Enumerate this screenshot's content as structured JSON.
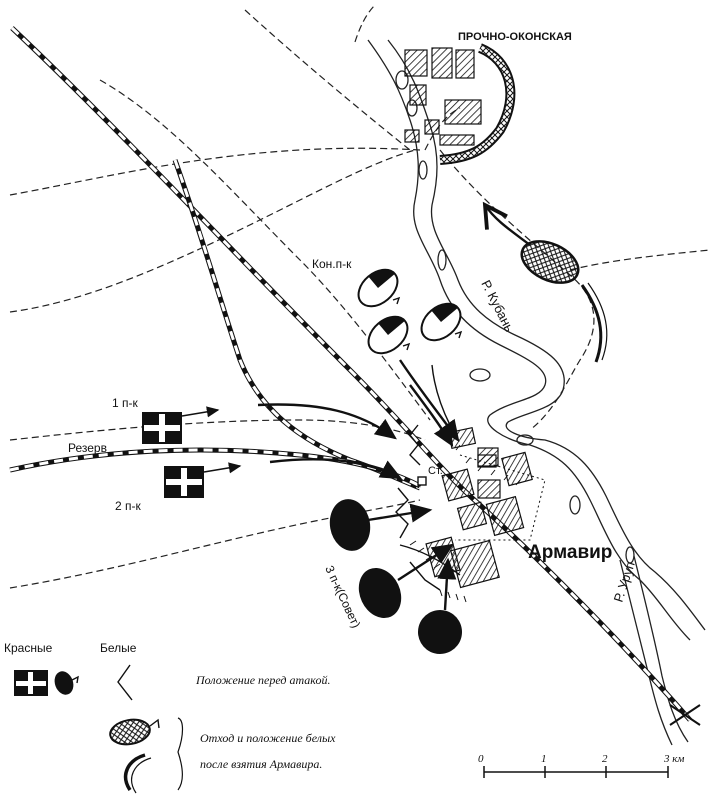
{
  "places": {
    "north_village": "ПРОЧНО-ОКОНСКАЯ",
    "city": "Армавир",
    "station": "Ст.",
    "river_kuban": "Р. Кубань",
    "river_urup": "Р. Уруп"
  },
  "units": {
    "cavalry": "Кон.п-к",
    "reg1": "1 п-к",
    "reserve": "Резерв",
    "reg2": "2 п-к",
    "reg3": "3 п-к(Совет)"
  },
  "legend": {
    "reds": "Красные",
    "whites": "Белые",
    "before_attack": "Положение перед атакой.",
    "retreat_line1": "Отход и положение белых",
    "retreat_line2": "после взятия Армавира."
  },
  "scale": {
    "ticks": [
      "0",
      "1",
      "2",
      "3 км"
    ]
  }
}
